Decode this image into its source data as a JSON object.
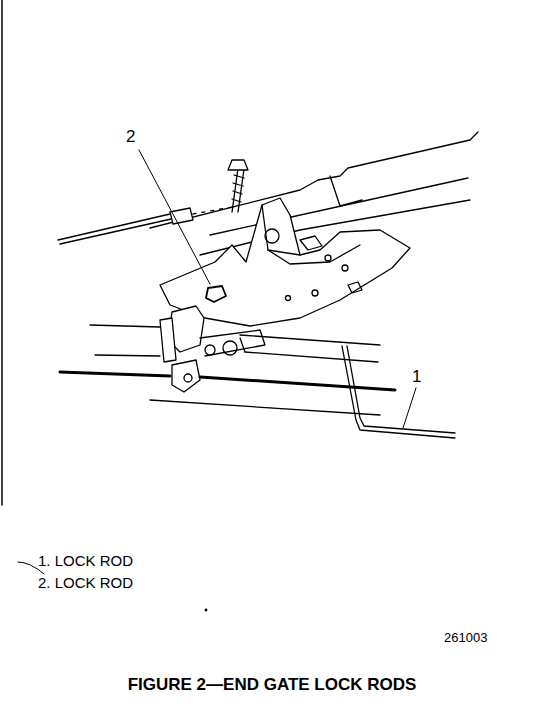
{
  "diagram": {
    "caption": "FIGURE 2—END GATE LOCK RODS",
    "labels": [
      "2",
      "1",
      "1. LOCK ROD",
      "2. LOCK ROD",
      "261003"
    ]
  }
}
